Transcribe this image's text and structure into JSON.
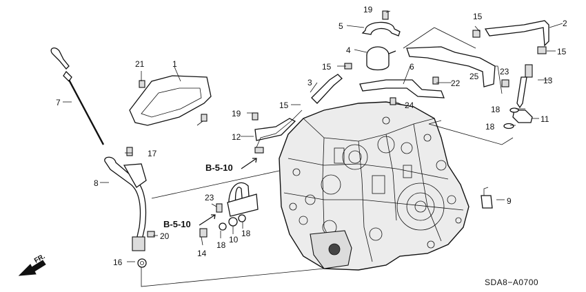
{
  "diagram": {
    "code": "SDA8−A0700",
    "direction_label": "FR.",
    "references": [
      "B-5-10",
      "B-5-10"
    ],
    "callouts": [
      "19",
      "5",
      "15",
      "2",
      "4",
      "15",
      "21",
      "1",
      "15",
      "6",
      "25",
      "23",
      "3",
      "22",
      "13",
      "15",
      "24",
      "7",
      "19",
      "18",
      "11",
      "12",
      "18",
      "17",
      "8",
      "9",
      "23",
      "20",
      "14",
      "18",
      "10",
      "18",
      "16"
    ]
  }
}
